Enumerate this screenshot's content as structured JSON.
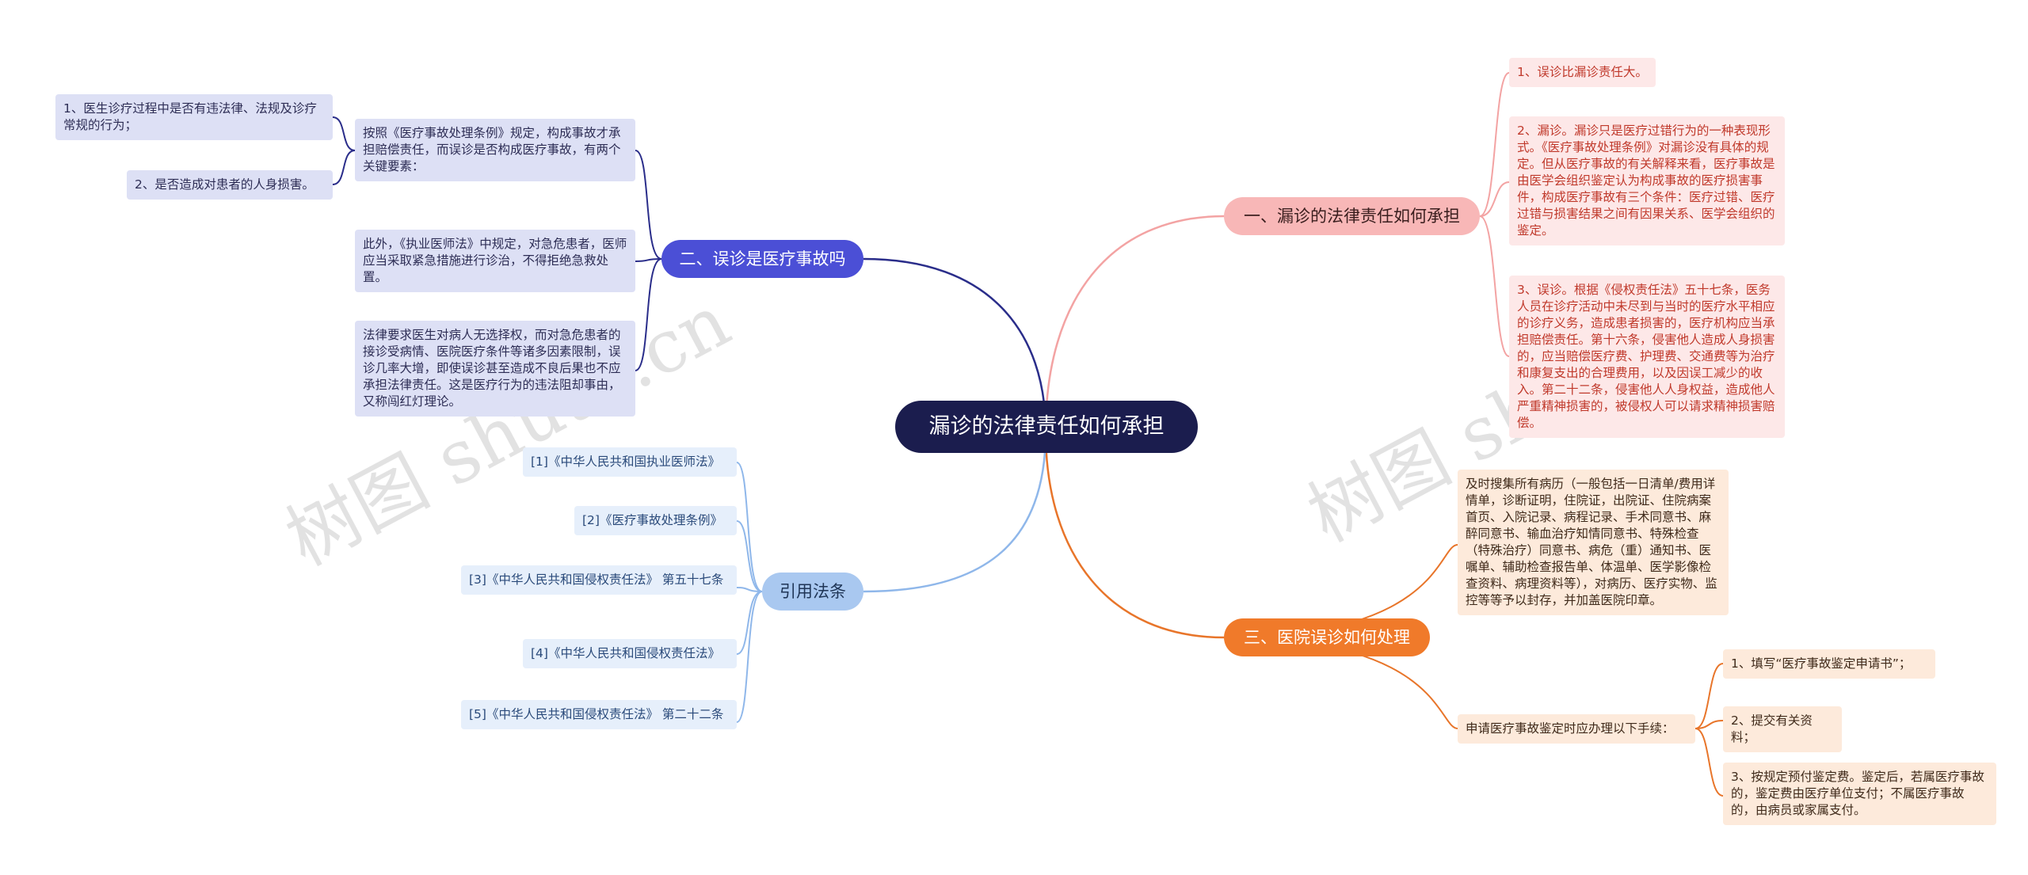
{
  "center": {
    "label": "漏诊的法律责任如何承担"
  },
  "branch1": {
    "label": "一、漏诊的法律责任如何承担",
    "color": "#f3a3a3",
    "leaves": [
      "1、误诊比漏诊责任大。",
      "2、漏诊。漏诊只是医疗过错行为的一种表现形式。《医疗事故处理条例》对漏诊没有具体的规定。但从医疗事故的有关解释来看，医疗事故是由医学会组织鉴定认为构成事故的医疗损害事件，构成医疗事故有三个条件：医疗过错、医疗过错与损害结果之间有因果关系、医学会组织的鉴定。",
      "3、误诊。根据《侵权责任法》五十七条，医务人员在诊疗活动中未尽到与当时的医疗水平相应的诊疗义务，造成患者损害的，医疗机构应当承担赔偿责任。第十六条，侵害他人造成人身损害的，应当赔偿医疗费、护理费、交通费等为治疗和康复支出的合理费用，以及因误工减少的收入。第二十二条，侵害他人人身权益，造成他人严重精神损害的，被侵权人可以请求精神损害赔偿。"
    ]
  },
  "branch2": {
    "label": "二、误诊是医疗事故吗",
    "color": "#4b4fd6",
    "leaves": [
      "按照《医疗事故处理条例》规定，构成事故才承担赔偿责任，而误诊是否构成医疗事故，有两个关键要素：",
      "此外，《执业医师法》中规定，对急危患者，医师应当采取紧急措施进行诊治，不得拒绝急救处置。",
      "法律要求医生对病人无选择权，而对急危患者的接诊受病情、医院医疗条件等诸多因素限制，误诊几率大增，即使误诊甚至造成不良后果也不应承担法律责任。这是医疗行为的违法阻却事由，又称闯红灯理论。"
    ],
    "subleaves": [
      "1、医生诊疗过程中是否有违法律、法规及诊疗常规的行为；",
      "2、是否造成对患者的人身损害。"
    ]
  },
  "branch3": {
    "label": "三、医院误诊如何处理",
    "color": "#f07a2a",
    "leaves": [
      "及时搜集所有病历（一般包括一日清单/费用详情单，诊断证明，住院证，出院证、住院病案首页、入院记录、病程记录、手术同意书、麻醉同意书、输血治疗知情同意书、特殊检查（特殊治疗）同意书、病危（重）通知书、医嘱单、辅助检查报告单、体温单、医学影像检查资料、病理资料等），对病历、医疗实物、监控等等予以封存，并加盖医院印章。",
      "申请医疗事故鉴定时应办理以下手续："
    ],
    "subleaves": [
      "1、填写“医疗事故鉴定申请书”；",
      "2、提交有关资料；",
      "3、按规定预付鉴定费。鉴定后，若属医疗事故的，鉴定费由医疗单位支付；不属医疗事故的，由病员或家属支付。"
    ]
  },
  "branch4": {
    "label": "引用法条",
    "color": "#8fb7ea",
    "leaves": [
      "[1]《中华人民共和国执业医师法》",
      "[2]《医疗事故处理条例》",
      "[3]《中华人民共和国侵权责任法》 第五十七条",
      "[4]《中华人民共和国侵权责任法》",
      "[5]《中华人民共和国侵权责任法》 第二十二条"
    ]
  },
  "watermark": [
    "树图 shutu.cn",
    "树图 shutu.cn"
  ]
}
